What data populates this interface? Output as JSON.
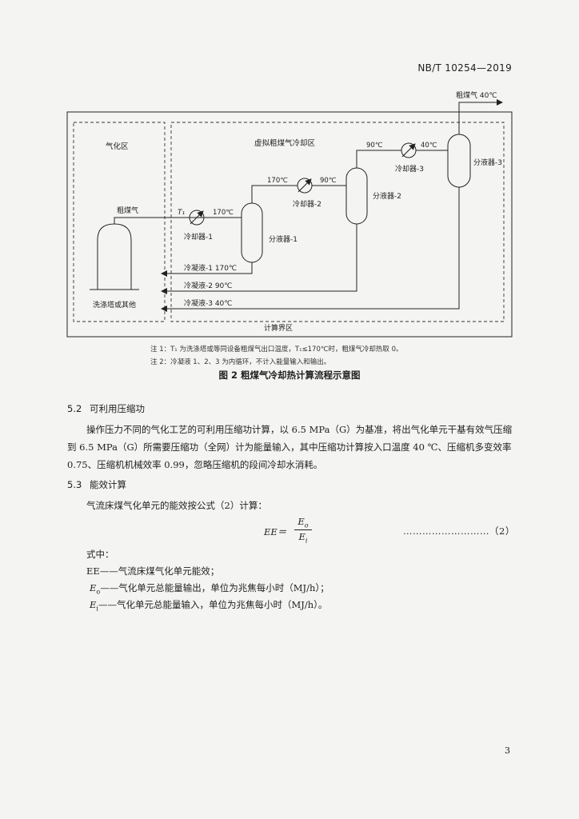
{
  "header": {
    "standard_number": "NB/T 10254—2019"
  },
  "diagram": {
    "outlet_label": "粗煤气 40℃",
    "zone_gasification": "气化区",
    "zone_virtual": "虚拟粗煤气冷却区",
    "zone_calc": "计算界区",
    "wash_tower": "洗涤塔或其他",
    "raw_gas": "粗煤气",
    "t1_symbol": "T₁",
    "temp_170_a": "170℃",
    "temp_170_b": "170℃",
    "temp_90_a": "90℃",
    "temp_90_b": "90℃",
    "temp_40": "40℃",
    "cooler1": "冷却器-1",
    "cooler2": "冷却器-2",
    "cooler3": "冷却器-3",
    "sep1": "分液器-1",
    "sep2": "分液器-2",
    "sep3": "分液器-3",
    "condensate1": "冷凝液-1  170℃",
    "condensate2": "冷凝液-2  90℃",
    "condensate3": "冷凝液-3  40℃"
  },
  "notes": {
    "note1": "注 1：T₁ 为洗涤塔或等同设备粗煤气出口温度，T₁≤170℃时，粗煤气冷却热取 0。",
    "note2": "注 2：冷凝液 1、2、3 为内循环，不计入能量输入和输出。"
  },
  "figure_caption": "图 2   粗煤气冷却热计算流程示意图",
  "section_5_2": {
    "number": "5.2",
    "title": "可利用压缩功",
    "paragraph": "操作压力不同的气化工艺的可利用压缩功计算，以 6.5 MPa（G）为基准，将出气化单元干基有效气压缩到 6.5 MPa（G）所需要压缩功（全网）计为能量输入，其中压缩功计算按入口温度 40 ℃、压缩机多变效率 0.75、压缩机机械效率 0.99，忽略压缩机的段间冷却水消耗。"
  },
  "section_5_3": {
    "number": "5.3",
    "title": "能效计算",
    "intro": "气流床煤气化单元的能效按公式（2）计算：",
    "formula_lhs": "EE＝",
    "numerator": "E",
    "numerator_sub": "o",
    "denominator": "E",
    "denominator_sub": "i",
    "dots": "………………………（2）",
    "where": "式中：",
    "def_ee": "EE——气流床煤气化单元能效；",
    "def_eo_sym": "E",
    "def_eo_sub": "o",
    "def_eo_text": "——气化单元总能量输出，单位为兆焦每小时（MJ/h）；",
    "def_ei_sym": "E",
    "def_ei_sub": "i",
    "def_ei_text": "——气化单元总能量输入，单位为兆焦每小时（MJ/h）。"
  },
  "page_number": "3"
}
